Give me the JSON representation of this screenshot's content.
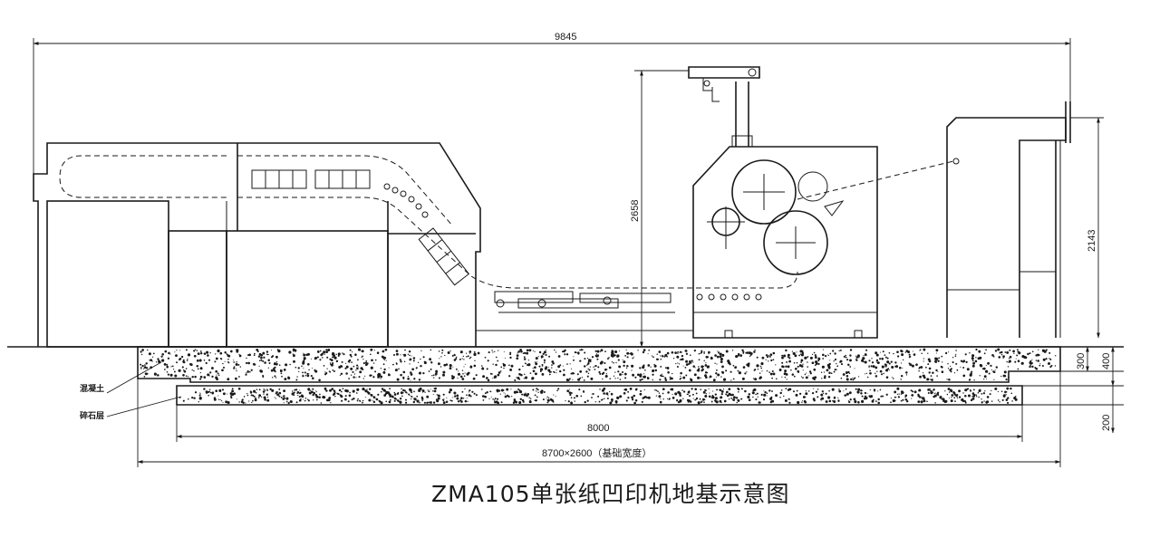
{
  "dimensions": {
    "overall_length": "9845",
    "machine_height": "2658",
    "feeder_height": "2143",
    "foundation_inner_length": "8000",
    "foundation_size": "8700×2600（基础宽度）",
    "concrete_depth": "300",
    "total_depth": "400",
    "gravel_depth": "200"
  },
  "labels": {
    "concrete": "混凝土",
    "gravel": "碎石层"
  },
  "title": "ZMA105单张纸凹印机地基示意图",
  "colors": {
    "ink": "#1a1a1a",
    "paper": "#ffffff"
  }
}
